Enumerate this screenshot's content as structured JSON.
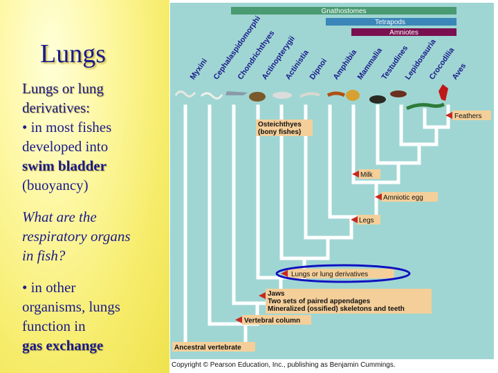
{
  "title": "Lungs",
  "left": {
    "line1": "Lungs or lung",
    "line2": "derivatives:",
    "line3": "• in most fishes",
    "line4": "developed into",
    "line5": "swim bladder",
    "line6": "(buoyancy)",
    "q1": "What are the",
    "q2": "respiratory organs",
    "q3": "in fish?",
    "o1": "• in other",
    "o2": "organisms, lungs",
    "o3": "function in",
    "o4": "gas exchange"
  },
  "diagram": {
    "bars": {
      "gnathostomes": "Gnathostomes",
      "tetrapods": "Tetrapods",
      "amniotes": "Amniotes"
    },
    "taxa": [
      "Myxini",
      "Cephalaspidomorphi",
      "Chondrichthyes",
      "Actinopterygii",
      "Actinistia",
      "Dipnoi",
      "Amphibia",
      "Mammalia",
      "Testudines",
      "Lepidosauria",
      "Crocodilia",
      "Aves"
    ],
    "labels": {
      "feathers": "Feathers",
      "osteichthyes_1": "Osteichthyes",
      "osteichthyes_2": "(bony fishes)",
      "milk": "Milk",
      "amniotic_egg": "Amniotic egg",
      "legs": "Legs",
      "lungs": "Lungs or lung derivatives",
      "jaws_1": "Jaws",
      "jaws_2": "Two sets of paired appendages",
      "jaws_3": "Mineralized (ossified) skeletons and teeth",
      "vertebral": "Vertebral column",
      "ancestral": "Ancestral vertebrate"
    },
    "colors": {
      "gnathostomes": "#4a9a72",
      "tetrapods": "#3a86b8",
      "amniotes": "#7a1050",
      "label_bg": "#f4cf9a",
      "arrow": "#c8281e",
      "highlight": "#1010c0"
    }
  },
  "copyright": "Copyright © Pearson Education, Inc., publishing as Benjamin Cummings."
}
